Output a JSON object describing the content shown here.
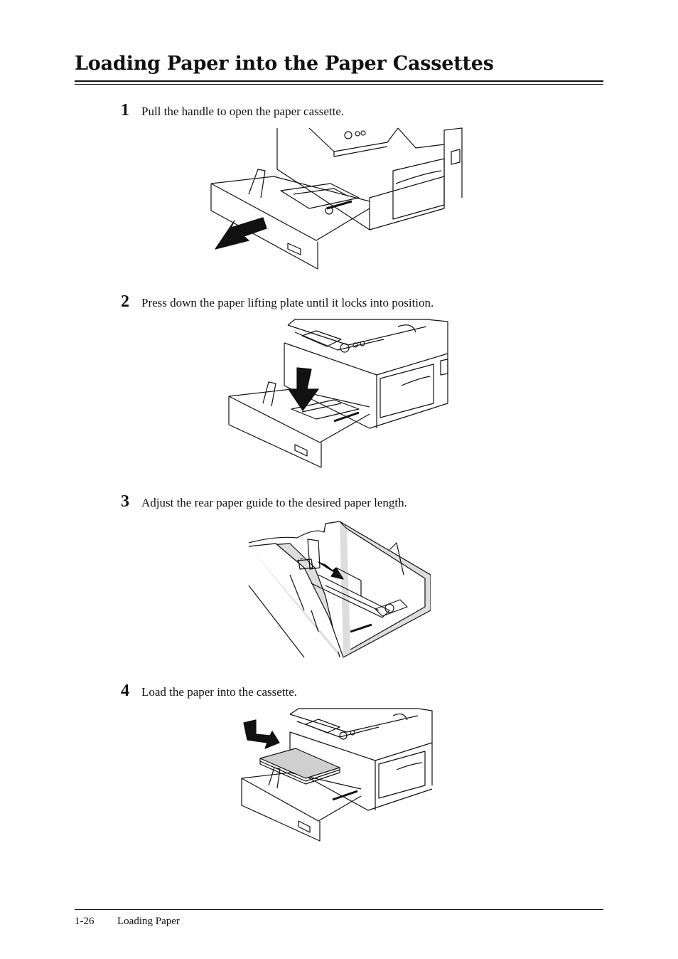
{
  "page_title": "Loading Paper into the Paper Cassettes",
  "steps": [
    {
      "number": "1",
      "text": "Pull the handle to open the paper cassette."
    },
    {
      "number": "2",
      "text": "Press down the paper lifting plate until it locks into position."
    },
    {
      "number": "3",
      "text": "Adjust the rear paper guide to the desired paper length."
    },
    {
      "number": "4",
      "text": "Load the paper into the cassette."
    }
  ],
  "footer": {
    "page_number": "1-26",
    "section": "Loading Paper"
  }
}
